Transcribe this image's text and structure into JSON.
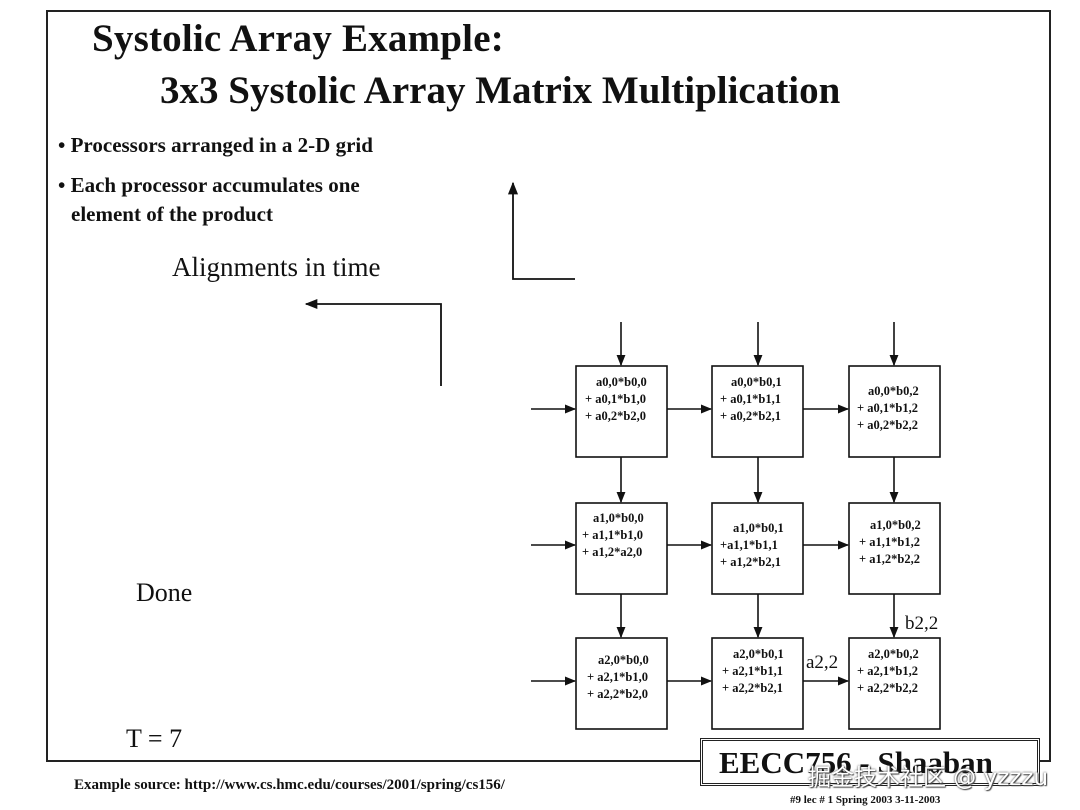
{
  "title": {
    "line1": "Systolic Array  Example:",
    "line2": "3x3 Systolic Array Matrix Multiplication"
  },
  "bullets": [
    "• Processors arranged in a 2-D grid",
    "• Each processor accumulates one",
    "element of the product"
  ],
  "labels": {
    "alignments": "Alignments in time",
    "done": "Done",
    "time": "T = 7",
    "b22": "b2,2",
    "a22": "a2,2"
  },
  "grid": {
    "rows": [
      [
        [
          "a0,0*b0,0",
          "+ a0,1*b1,0",
          "+ a0,2*b2,0"
        ],
        [
          "a0,0*b0,1",
          "+ a0,1*b1,1",
          "+ a0,2*b2,1"
        ],
        [
          "a0,0*b0,2",
          "+ a0,1*b1,2",
          "+ a0,2*b2,2"
        ]
      ],
      [
        [
          "a1,0*b0,0",
          "+ a1,1*b1,0",
          "+ a1,2*a2,0"
        ],
        [
          "a1,0*b0,1",
          "+a1,1*b1,1",
          "+ a1,2*b2,1"
        ],
        [
          "a1,0*b0,2",
          "+ a1,1*b1,2",
          "+ a1,2*b2,2"
        ]
      ],
      [
        [
          "a2,0*b0,0",
          "+ a2,1*b1,0",
          "+ a2,2*b2,0"
        ],
        [
          "a2,0*b0,1",
          "+ a2,1*b1,1",
          "+ a2,2*b2,1"
        ],
        [
          "a2,0*b0,2",
          "+ a2,1*b1,2",
          "+ a2,2*b2,2"
        ]
      ]
    ]
  },
  "footer": {
    "source": "Example source:  http://www.cs.hmc.edu/courses/2001/spring/cs156/",
    "course_title": "EECC756 - Shaaban",
    "course_sub": "#9  lec # 1   Spring 2003   3-11-2003",
    "watermark": "掘金技术社区 @ yzzzu"
  }
}
